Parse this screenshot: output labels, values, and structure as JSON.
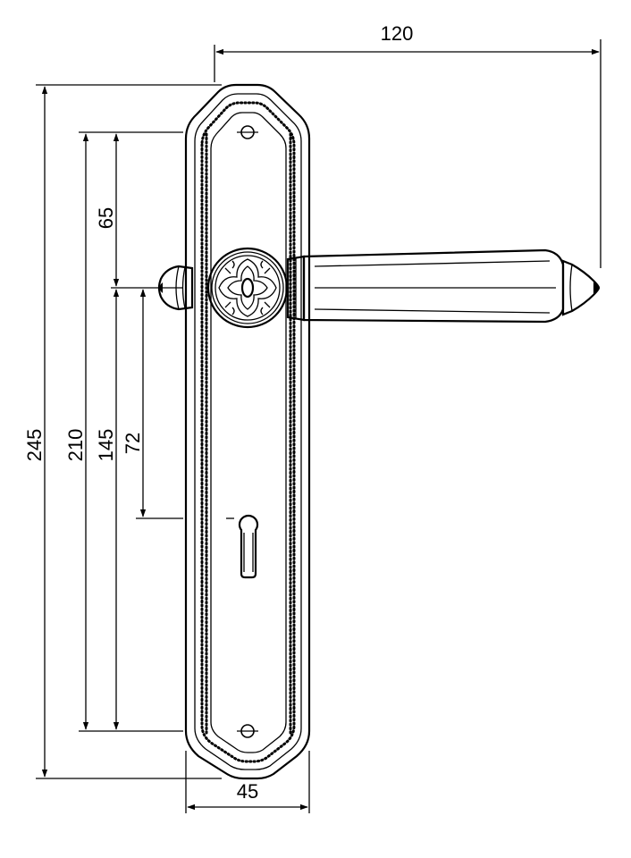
{
  "diagram": {
    "subject": "door-handle-on-long-backplate",
    "dimensions": {
      "overall_height": "245",
      "screw_spacing": "210",
      "handle_to_bottom_screw": "145",
      "handle_to_keyhole": "72",
      "top_screw_to_handle": "65",
      "handle_projection": "120",
      "plate_width": "45"
    },
    "colors": {
      "ink": "#000000",
      "paper": "#ffffff"
    }
  }
}
